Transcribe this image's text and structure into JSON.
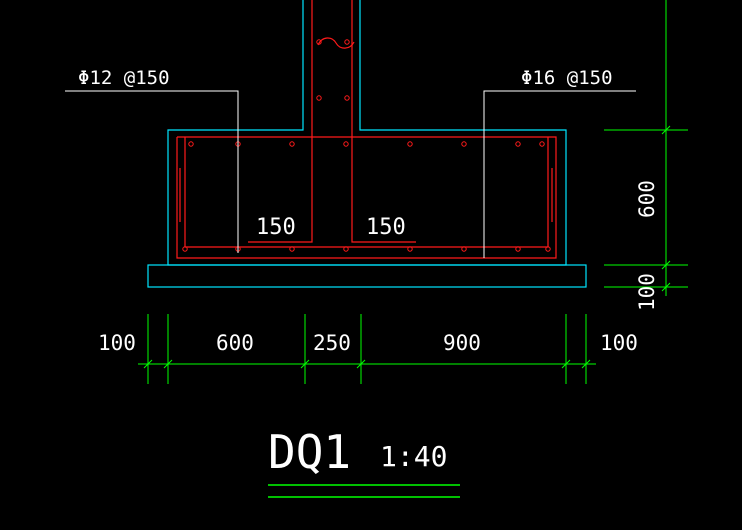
{
  "drawing": {
    "title": "DQ1",
    "scale": "1:40",
    "rebar_left_label": "Φ12 @150",
    "rebar_right_label": "Φ16 @150",
    "inner_dim_left": "150",
    "inner_dim_right": "150",
    "bottom_dims": [
      "100",
      "600",
      "250",
      "900",
      "100"
    ],
    "right_dims": [
      "600",
      "100"
    ]
  },
  "colors": {
    "background": "#000000",
    "concrete_outline": "#00e5ff",
    "rebar": "#ff1a1a",
    "dimension": "#00ff00",
    "text": "#ffffff",
    "leader": "#ffffff"
  }
}
